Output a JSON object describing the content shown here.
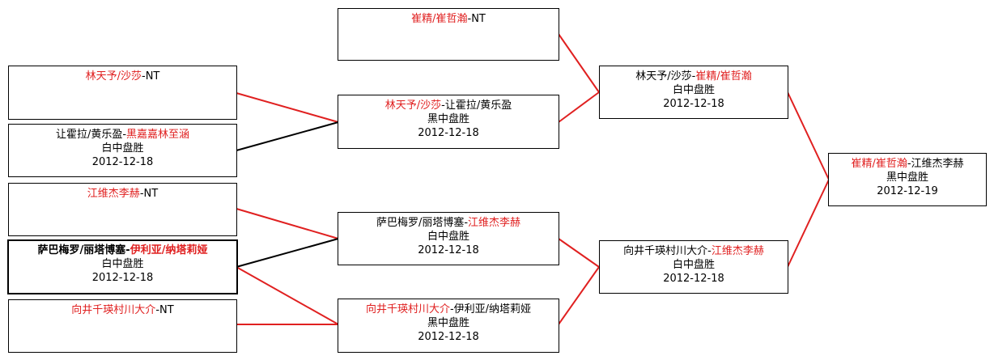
{
  "colors": {
    "winner": "#e02020",
    "normal": "#000000",
    "line_red": "#e02020",
    "line_black": "#000000"
  },
  "matches": {
    "m_r1_1": {
      "left": "林天予/沙莎",
      "sep": "-",
      "right": "NT",
      "left_win": true,
      "right_win": false,
      "result": "",
      "date": ""
    },
    "m_r1_2": {
      "left": "让霍拉/黄乐盈",
      "sep": "-",
      "right": "黑嘉嘉林至涵",
      "left_win": false,
      "right_win": true,
      "result": "白中盘胜",
      "date": "2012-12-18"
    },
    "m_r1_3": {
      "left": "江维杰李赫",
      "sep": "-",
      "right": "NT",
      "left_win": true,
      "right_win": false,
      "result": "",
      "date": ""
    },
    "m_r1_4": {
      "left": "萨巴梅罗/丽塔博塞",
      "sep": "-",
      "right": "伊利亚/纳塔莉娅",
      "left_win": false,
      "right_win": true,
      "result": "白中盘胜",
      "date": "2012-12-18"
    },
    "m_r1_5": {
      "left": "向井千瑛村川大介",
      "sep": "-",
      "right": "NT",
      "left_win": true,
      "right_win": false,
      "result": "",
      "date": ""
    },
    "m_r2_0": {
      "left": "崔精/崔哲瀚",
      "sep": "-",
      "right": "NT",
      "left_win": true,
      "right_win": false,
      "result": "",
      "date": ""
    },
    "m_r2_1": {
      "left": "林天予/沙莎",
      "sep": "-",
      "right": "让霍拉/黄乐盈",
      "left_win": true,
      "right_win": false,
      "result": "黑中盘胜",
      "date": "2012-12-18"
    },
    "m_r2_2": {
      "left": "萨巴梅罗/丽塔博塞",
      "sep": "-",
      "right": "江维杰李赫",
      "left_win": false,
      "right_win": true,
      "result": "白中盘胜",
      "date": "2012-12-18"
    },
    "m_r2_3": {
      "left": "向井千瑛村川大介",
      "sep": "-",
      "right": "伊利亚/纳塔莉娅",
      "left_win": true,
      "right_win": false,
      "result": "黑中盘胜",
      "date": "2012-12-18"
    },
    "m_r3_1": {
      "left": "林天予/沙莎",
      "sep": "-",
      "right": "崔精/崔哲瀚",
      "left_win": false,
      "right_win": true,
      "result": "白中盘胜",
      "date": "2012-12-18"
    },
    "m_r3_2": {
      "left": "向井千瑛村川大介",
      "sep": "-",
      "right": "江维杰李赫",
      "left_win": false,
      "right_win": true,
      "result": "白中盘胜",
      "date": "2012-12-18"
    },
    "m_final": {
      "left": "崔精/崔哲瀚",
      "sep": "-",
      "right": "江维杰李赫",
      "left_win": true,
      "right_win": false,
      "result": "黑中盘胜",
      "date": "2012-12-19"
    }
  }
}
